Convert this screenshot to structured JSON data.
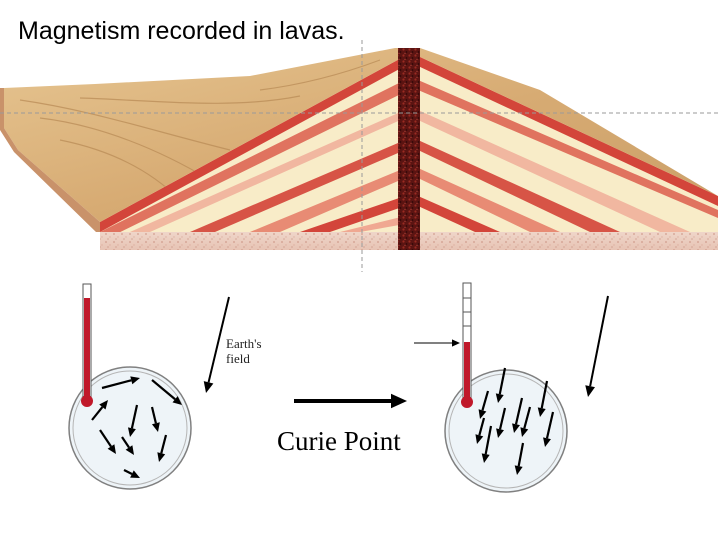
{
  "title": "Magnetism recorded in lavas.",
  "labels": {
    "earths_field_line1": "Earth's",
    "earths_field_line2": "field",
    "curie_point": "Curie Point"
  },
  "colors": {
    "lava_red": "#d3453a",
    "lava_pale": "#f8ecc8",
    "ground_tan": "#d9b07a",
    "dike": "#5b1412",
    "mercury": "#c0182a",
    "grain_fill": "#eef4f8",
    "arrow": "#000000"
  }
}
